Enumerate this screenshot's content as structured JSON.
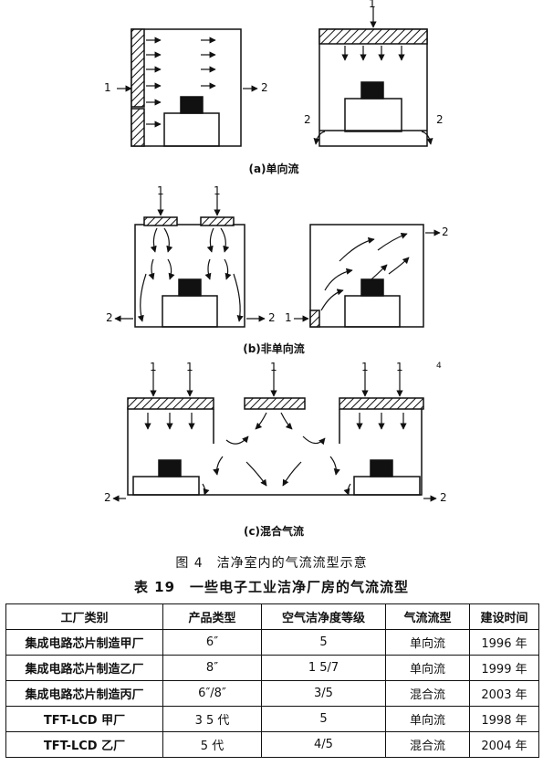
{
  "captions": {
    "a": "(a)单向流",
    "b": "(b)非单向流",
    "c": "(c)混合气流"
  },
  "labels": {
    "one": "1",
    "two": "2",
    "four": "4"
  },
  "figure_title": "图 4　洁净室内的气流流型示意",
  "table_title": "表 19　一些电子工业洁净厂房的气流流型",
  "table": {
    "headers": [
      "工厂类别",
      "产品类型",
      "空气洁净度等级",
      "气流流型",
      "建设时间"
    ],
    "rows": [
      [
        "集成电路芯片制造甲厂",
        "6″",
        "5",
        "单向流",
        "1996 年"
      ],
      [
        "集成电路芯片制造乙厂",
        "8″",
        "1 5/7",
        "单向流",
        "1999 年"
      ],
      [
        "集成电路芯片制造丙厂",
        "6″/8″",
        "3/5",
        "混合流",
        "2003 年"
      ],
      [
        "TFT-LCD 甲厂",
        "3 5 代",
        "5",
        "单向流",
        "1998 年"
      ],
      [
        "TFT-LCD 乙厂",
        "5 代",
        "4/5",
        "混合流",
        "2004 年"
      ]
    ]
  }
}
